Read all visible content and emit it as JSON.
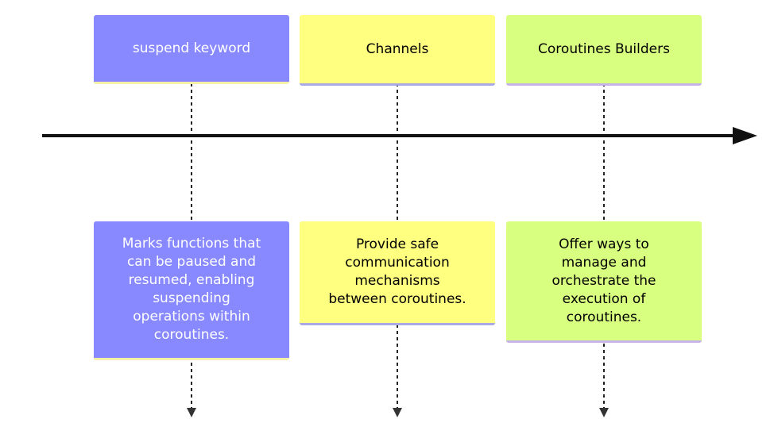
{
  "timeline": {
    "sections": [
      {
        "title": "suspend keyword",
        "description": "Marks functions that\ncan be paused and\nresumed, enabling\nsuspending\noperations within\ncoroutines.",
        "fill": "#8888ff",
        "text_color": "#ffffff"
      },
      {
        "title": "Channels",
        "description": "Provide safe\ncommunication\nmechanisms\nbetween coroutines.",
        "fill": "#ffff80",
        "text_color": "#000000"
      },
      {
        "title": "Coroutines Builders",
        "description": "Offer ways to\nmanage and\norchestrate the\nexecution of\ncoroutines.",
        "fill": "#d8ff80",
        "text_color": "#000000"
      }
    ]
  }
}
